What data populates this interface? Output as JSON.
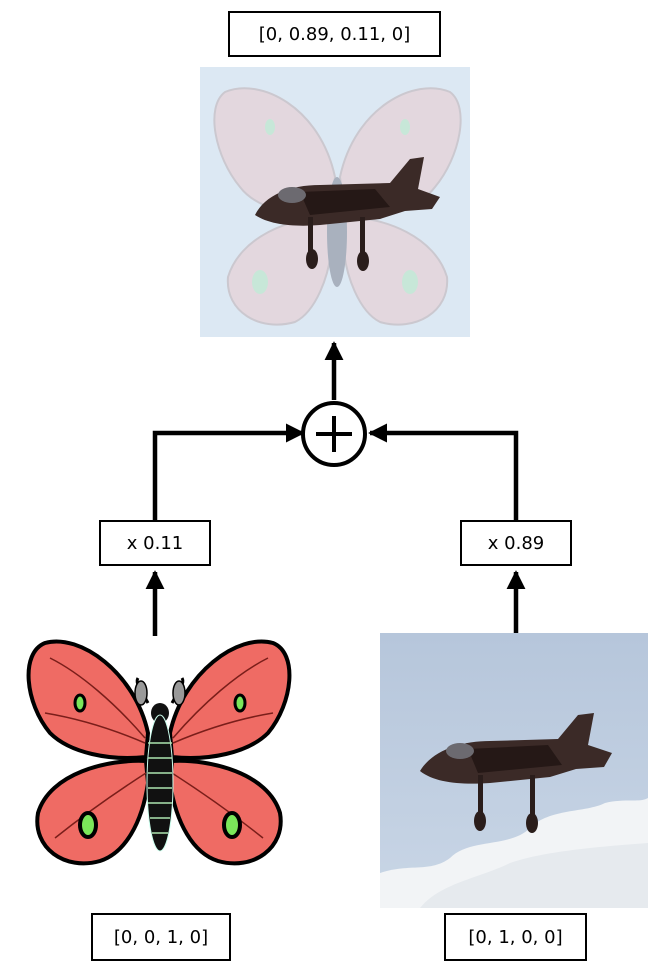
{
  "labels": {
    "mixed_vector": "[0, 0.89, 0.11, 0]",
    "butterfly_weight": "x 0.11",
    "airplane_weight": "x 0.89",
    "butterfly_vector": "[0, 0, 1, 0]",
    "airplane_vector": "[0, 1, 0, 0]"
  },
  "operator_symbol": "plus-circle-icon",
  "colors": {
    "butterfly_wing": "#ef6b64",
    "butterfly_spot": "#7be65a",
    "sky": "#b8c8dc",
    "cloud": "#f2f4f6",
    "aircraft": "#3b2a27"
  }
}
